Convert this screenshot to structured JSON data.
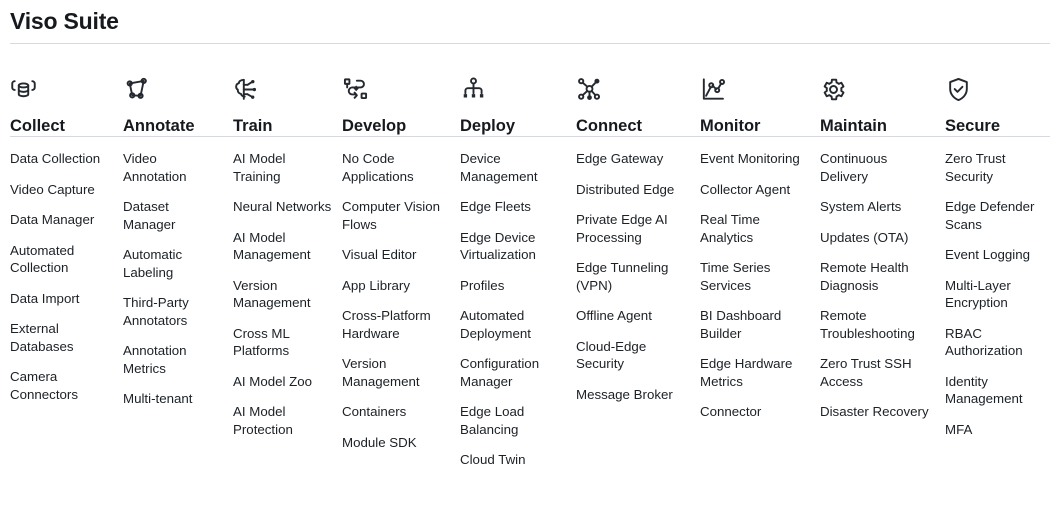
{
  "header": {
    "title": "Viso Suite"
  },
  "categories": [
    {
      "label": "Collect",
      "icon": "database-cluster-icon"
    },
    {
      "label": "Annotate",
      "icon": "polygon-annotation-icon"
    },
    {
      "label": "Train",
      "icon": "brain-circuit-icon"
    },
    {
      "label": "Develop",
      "icon": "flow-nodes-icon"
    },
    {
      "label": "Deploy",
      "icon": "hierarchy-sitemap-icon"
    },
    {
      "label": "Connect",
      "icon": "network-hub-icon"
    },
    {
      "label": "Monitor",
      "icon": "line-chart-icon"
    },
    {
      "label": "Maintain",
      "icon": "gear-icon"
    },
    {
      "label": "Secure",
      "icon": "shield-check-icon"
    }
  ],
  "columns": [
    {
      "category": "Collect",
      "items": [
        "Data Collection",
        "Video Capture",
        "Data Manager",
        "Automated Collection",
        "Data Import",
        "External Databases",
        "Camera Connectors"
      ]
    },
    {
      "category": "Annotate",
      "items": [
        "Video Annotation",
        "Dataset Manager",
        "Automatic Labeling",
        "Third-Party Annotators",
        "Annotation Metrics",
        "Multi-tenant"
      ]
    },
    {
      "category": "Train",
      "items": [
        "AI Model Training",
        "Neural Networks",
        "AI Model Management",
        "Version Management",
        "Cross ML Platforms",
        "AI Model Zoo",
        "AI Model Protection"
      ]
    },
    {
      "category": "Develop",
      "items": [
        "No Code Applications",
        "Computer Vision Flows",
        "Visual Editor",
        "App Library",
        "Cross-Platform Hardware",
        "Version Management",
        "Containers",
        "Module SDK"
      ]
    },
    {
      "category": "Deploy",
      "items": [
        "Device Management",
        "Edge Fleets",
        "Edge Device Virtualization",
        "Profiles",
        "Automated Deployment",
        "Configuration Manager",
        "Edge Load Balancing",
        "Cloud Twin"
      ]
    },
    {
      "category": "Connect",
      "items": [
        "Edge Gateway",
        "Distributed Edge",
        "Private Edge AI Processing",
        "Edge Tunneling (VPN)",
        "Offline Agent",
        "Cloud-Edge Security",
        "Message Broker"
      ]
    },
    {
      "category": "Monitor",
      "items": [
        "Event Monitoring",
        "Collector Agent",
        "Real Time Analytics",
        "Time Series Services",
        "BI Dashboard Builder",
        "Edge Hardware Metrics",
        "Connector"
      ]
    },
    {
      "category": "Maintain",
      "items": [
        "Continuous Delivery",
        "System Alerts",
        "Updates (OTA)",
        "Remote Health Diagnosis",
        "Remote Troubleshooting",
        "Zero Trust SSH Access",
        "Disaster Recovery"
      ]
    },
    {
      "category": "Secure",
      "items": [
        "Zero Trust Security",
        "Edge Defender Scans",
        "Event Logging",
        "Multi-Layer Encryption",
        "RBAC Authorization",
        "Identity Management",
        "MFA"
      ]
    }
  ],
  "colors": {
    "text": "#1c2126",
    "heading": "#16191d",
    "divider": "#d6dae0",
    "background": "#ffffff",
    "icon_stroke": "#24292f"
  }
}
